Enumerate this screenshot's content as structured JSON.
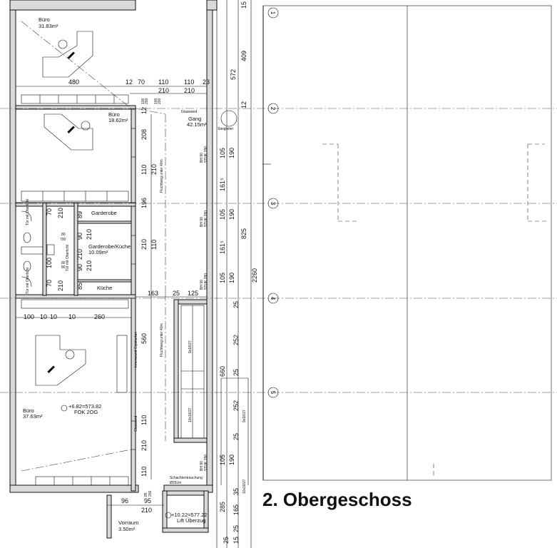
{
  "title": "2. Obergeschoss",
  "rooms": [
    {
      "name": "Büro",
      "area": "31.83m²"
    },
    {
      "name": "Büro",
      "area": "18.62m²"
    },
    {
      "name": "Gang",
      "area": "42.15m²"
    },
    {
      "name": "Garderobe",
      "area": ""
    },
    {
      "name": "Garderobe/Küche",
      "area": "10.09m²"
    },
    {
      "name": "Küche",
      "area": ""
    },
    {
      "name": "Büro",
      "area": "37.63m²"
    },
    {
      "name": "Vorraum",
      "area": "3.50m²"
    }
  ],
  "grid_labels": [
    "1",
    "2",
    "3",
    "4",
    "5"
  ],
  "annotations": {
    "glaswand_top": "Glaswand",
    "glaswand_bottom": "Glaswand",
    "steigleiter": "Steigleiter",
    "fluchtweg_1": "Fluchtweg unter 40m",
    "fluchtweg_2": "Fluchtweg unter 40m",
    "innenwand": "Innenwand Gipskarton",
    "schachtentrauchung": "Schachtentrauchung",
    "schacht_size": "Ø25cm",
    "level_1": "+6.82=573.82",
    "level_1_sub": "FOK 2OG",
    "level_2": "+10.22=577.22",
    "level_2_sub": "Lift Überzug",
    "stairs_1": "9x18/27",
    "stairs_2": "10x18/27",
    "stairs_3": "9x18/27",
    "stairs_4": "10x18/27",
    "tuer_1": "Tür mit Oberlicht",
    "tuer_2": "Tür mit Oberlicht",
    "tuer_3": "Tür mit Oberlicht",
    "bh_1": "BH 90",
    "bh_1b": "STUK 280",
    "bh_2": "BH 90",
    "bh_2b": "STUK 280",
    "bh_3": "BH 90",
    "bh_3b": "STUK 280",
    "bh_4": "BH 90",
    "bh_4b": "STUK 280"
  },
  "dimensions": {
    "top_480": "480",
    "top_12": "12",
    "top_70": "70",
    "top_110a": "110",
    "top_110b": "110",
    "top_23": "23",
    "top_210a": "210",
    "top_210b": "210",
    "d100_200a": "100",
    "d100_200a_b": "200",
    "d100_200b": "100",
    "d100_200b_b": "200",
    "mid_163": "163",
    "mid_25": "25",
    "mid_125": "125",
    "row_100": "100",
    "row_10a": "10",
    "row_10b": "10",
    "row_10c": "10",
    "row_260": "260",
    "v_12": "12",
    "v_208": "208",
    "v_110a": "110",
    "v_210a": "210",
    "v_196": "196",
    "v_210b": "210",
    "v_110b": "110",
    "v_560": "560",
    "v_110c": "110",
    "v_210c": "210",
    "v_110d": "110",
    "g_89": "89",
    "g_210a": "210",
    "g_90a": "90",
    "g_210b": "210",
    "g_90b": "90",
    "g_210c": "210",
    "g_85": "85",
    "g_100": "100",
    "g_70a": "70",
    "g_70b": "70",
    "g_210d": "210",
    "g_210e": "210",
    "g_80a": "80",
    "g_700": "700",
    "g_80b": "80",
    "g_80c": "80",
    "b_96": "96",
    "b_95": "95",
    "b_210": "210",
    "b_85": "85",
    "b_200": "200",
    "r_15": "15",
    "r_409": "409",
    "r_572": "572",
    "r_12": "12",
    "r_105a": "105",
    "r_190a": "190",
    "r_161a": "161⁵",
    "r_105b": "105",
    "r_190b": "190",
    "r_825": "825",
    "r_161b": "161⁵",
    "r_105c": "105",
    "r_190c": "190",
    "r_2260": "2260",
    "r_25a": "25",
    "r_252a": "252",
    "r_660": "660",
    "r_25b": "25",
    "r_252b": "252",
    "r_25c": "25",
    "r_105d": "105",
    "r_190d": "190",
    "r_35": "35",
    "r_165": "165",
    "r_285": "285",
    "r_25d": "25",
    "r_15b": "15",
    "r_25e": "25"
  }
}
